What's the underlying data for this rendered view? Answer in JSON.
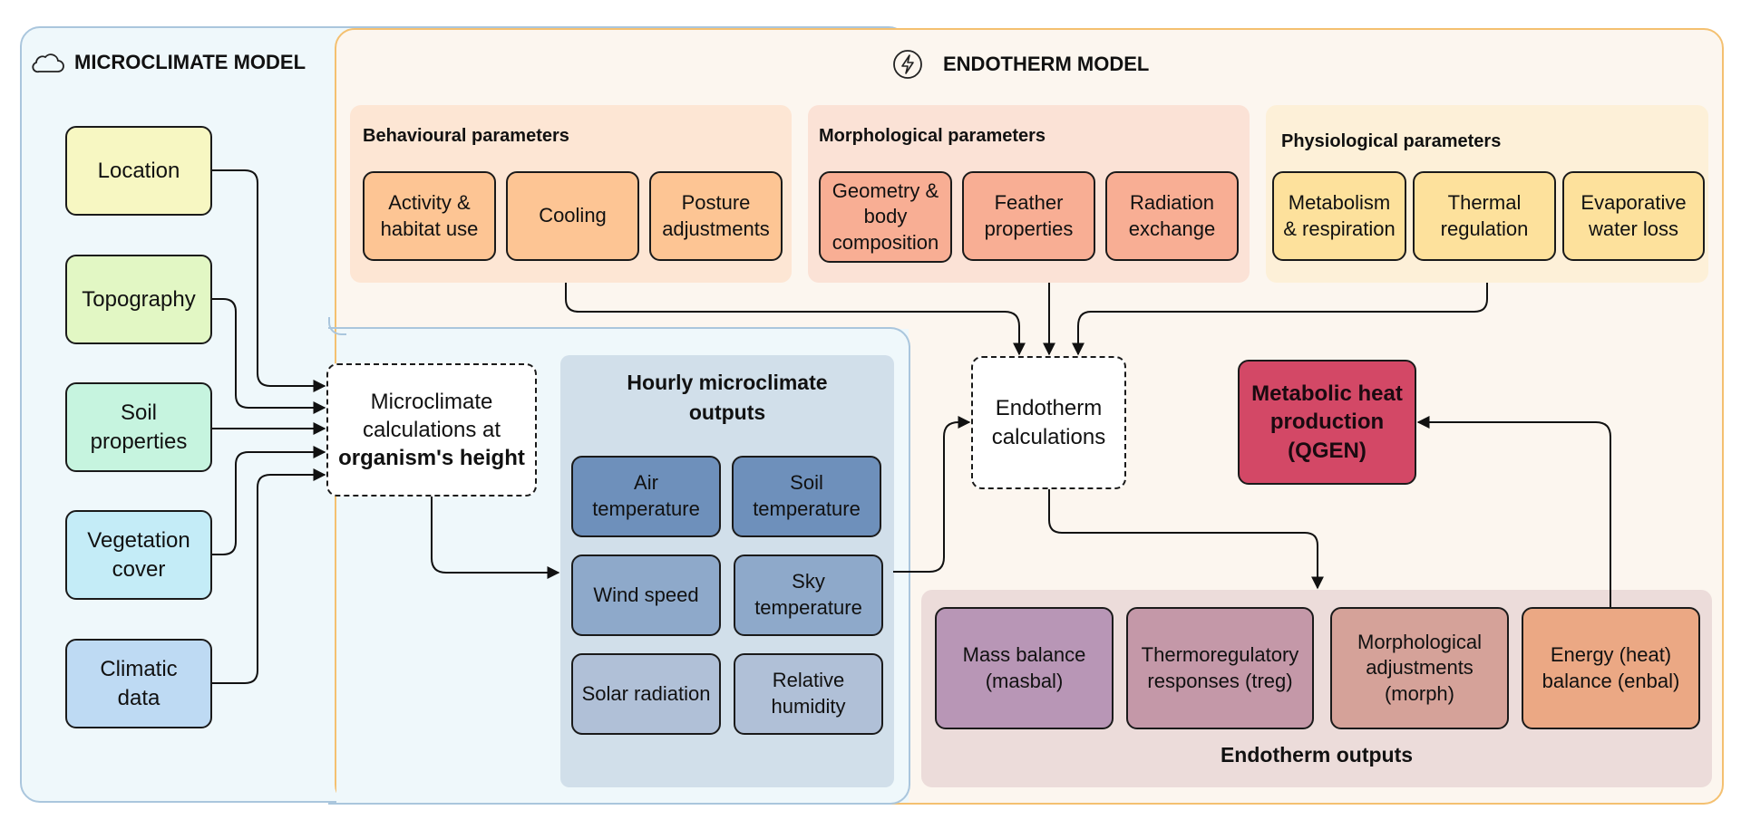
{
  "colors": {
    "micro_panel_bg": "#eff8fb",
    "micro_panel_border": "#aac6dd",
    "endo_panel_bg": "#fcf6ef",
    "endo_panel_border": "#f4c070",
    "location": "#f7f7c2",
    "topography": "#e2f7c4",
    "soil": "#c6f4df",
    "vegetation": "#c4ecf7",
    "climatic": "#bedaf3",
    "behavioural": "#fdc594",
    "morphological": "#f8ae94",
    "physiological": "#fde19c",
    "hourly_dark": "#6e90bb",
    "hourly_mid": "#8ea9ca",
    "hourly_light": "#b0c0d7",
    "qgen": "#d34866",
    "masbal": "#b896b6",
    "treg": "#c498a8",
    "morph": "#d5a299",
    "enbal": "#eba884"
  },
  "microclimate": {
    "title": "MICROCLIMATE MODEL",
    "icon": "cloud-icon",
    "inputs": [
      "Location",
      "Topography",
      "Soil\nproperties",
      "Vegetation\ncover",
      "Climatic\ndata"
    ],
    "calc_line1": "Microclimate\ncalculations at",
    "calc_line2": "organism's height",
    "outputs_title": "Hourly microclimate\noutputs",
    "outputs": [
      "Air\ntemperature",
      "Soil\ntemperature",
      "Wind speed",
      "Sky\ntemperature",
      "Solar radiation",
      "Relative\nhumidity"
    ]
  },
  "endotherm": {
    "title": "ENDOTHERM MODEL",
    "icon": "lightning-icon",
    "behavioural": {
      "title": "Behavioural parameters",
      "items": [
        "Activity &\nhabitat use",
        "Cooling",
        "Posture\nadjustments"
      ]
    },
    "morphological": {
      "title": "Morphological parameters",
      "items": [
        "Geometry &\nbody\ncomposition",
        "Feather\nproperties",
        "Radiation\nexchange"
      ]
    },
    "physiological": {
      "title": "Physiological parameters",
      "items": [
        "Metabolism\n& respiration",
        "Thermal\nregulation",
        "Evaporative\nwater loss"
      ]
    },
    "calc": "Endotherm\ncalculations",
    "qgen": "Metabolic heat\nproduction\n(QGEN)",
    "outputs_title": "Endotherm outputs",
    "outputs": [
      "Mass balance\n(masbal)",
      "Thermoregulatory\nresponses (treg)",
      "Morphological\nadjustments\n(morph)",
      "Energy (heat)\nbalance (enbal)"
    ]
  }
}
